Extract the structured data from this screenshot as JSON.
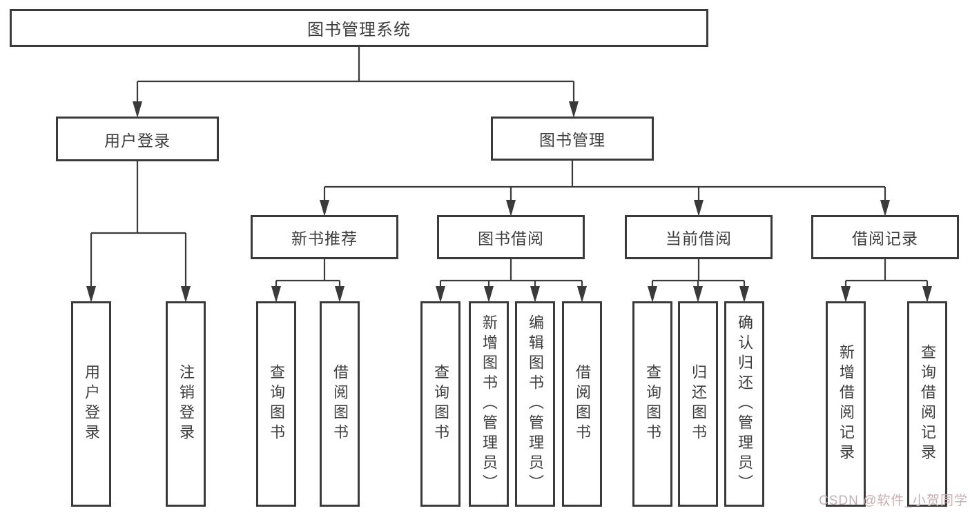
{
  "tree": {
    "root": {
      "label": "图书管理系统"
    },
    "branches": [
      {
        "label": "用户登录",
        "leaves": [
          {
            "label": "用户登录"
          },
          {
            "label": "注销登录"
          }
        ]
      },
      {
        "label": "图书管理",
        "groups": [
          {
            "label": "新书推荐",
            "leaves": [
              {
                "label": "查询图书"
              },
              {
                "label": "借阅图书"
              }
            ]
          },
          {
            "label": "图书借阅",
            "leaves": [
              {
                "label": "查询图书"
              },
              {
                "label": "新增图书（管理员）"
              },
              {
                "label": "编辑图书（管理员）"
              },
              {
                "label": "借阅图书"
              }
            ]
          },
          {
            "label": "当前借阅",
            "leaves": [
              {
                "label": "查询图书"
              },
              {
                "label": "归还图书"
              },
              {
                "label": "确认归还（管理员）"
              }
            ]
          },
          {
            "label": "借阅记录",
            "leaves": [
              {
                "label": "新增借阅记录"
              },
              {
                "label": "查询借阅记录"
              }
            ]
          }
        ]
      }
    ]
  },
  "watermark": {
    "text": "CSDN @软件_小贺同学"
  },
  "colors": {
    "line": "#3a3a3a",
    "box_border": "#3a3a3a",
    "text": "#3d3d3d",
    "background": "#ffffff",
    "watermark": "#c7aeb3"
  }
}
